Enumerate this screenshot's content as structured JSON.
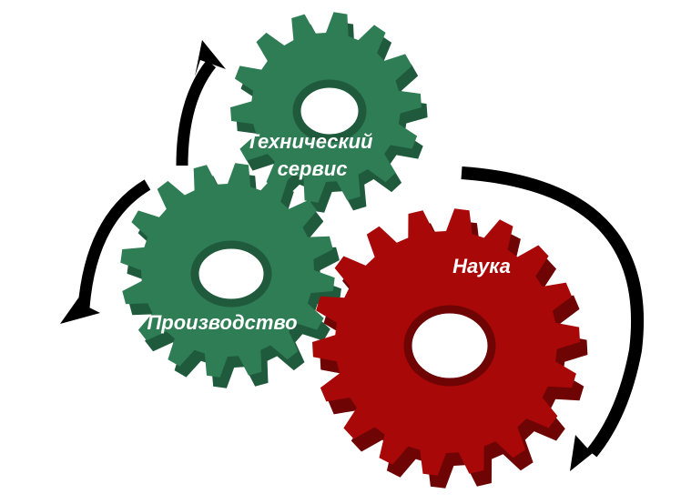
{
  "gears": [
    {
      "id": "service",
      "label_lines": [
        "Технический",
        "сервис"
      ],
      "color": "#2e7d55",
      "shade": "#1f5a3c"
    },
    {
      "id": "production",
      "label_lines": [
        "Производство"
      ],
      "color": "#2e7d55",
      "shade": "#1f5a3c"
    },
    {
      "id": "science",
      "label_lines": [
        "Наука"
      ],
      "color": "#a80808",
      "shade": "#6e0404"
    }
  ],
  "arrow_color": "#000000"
}
